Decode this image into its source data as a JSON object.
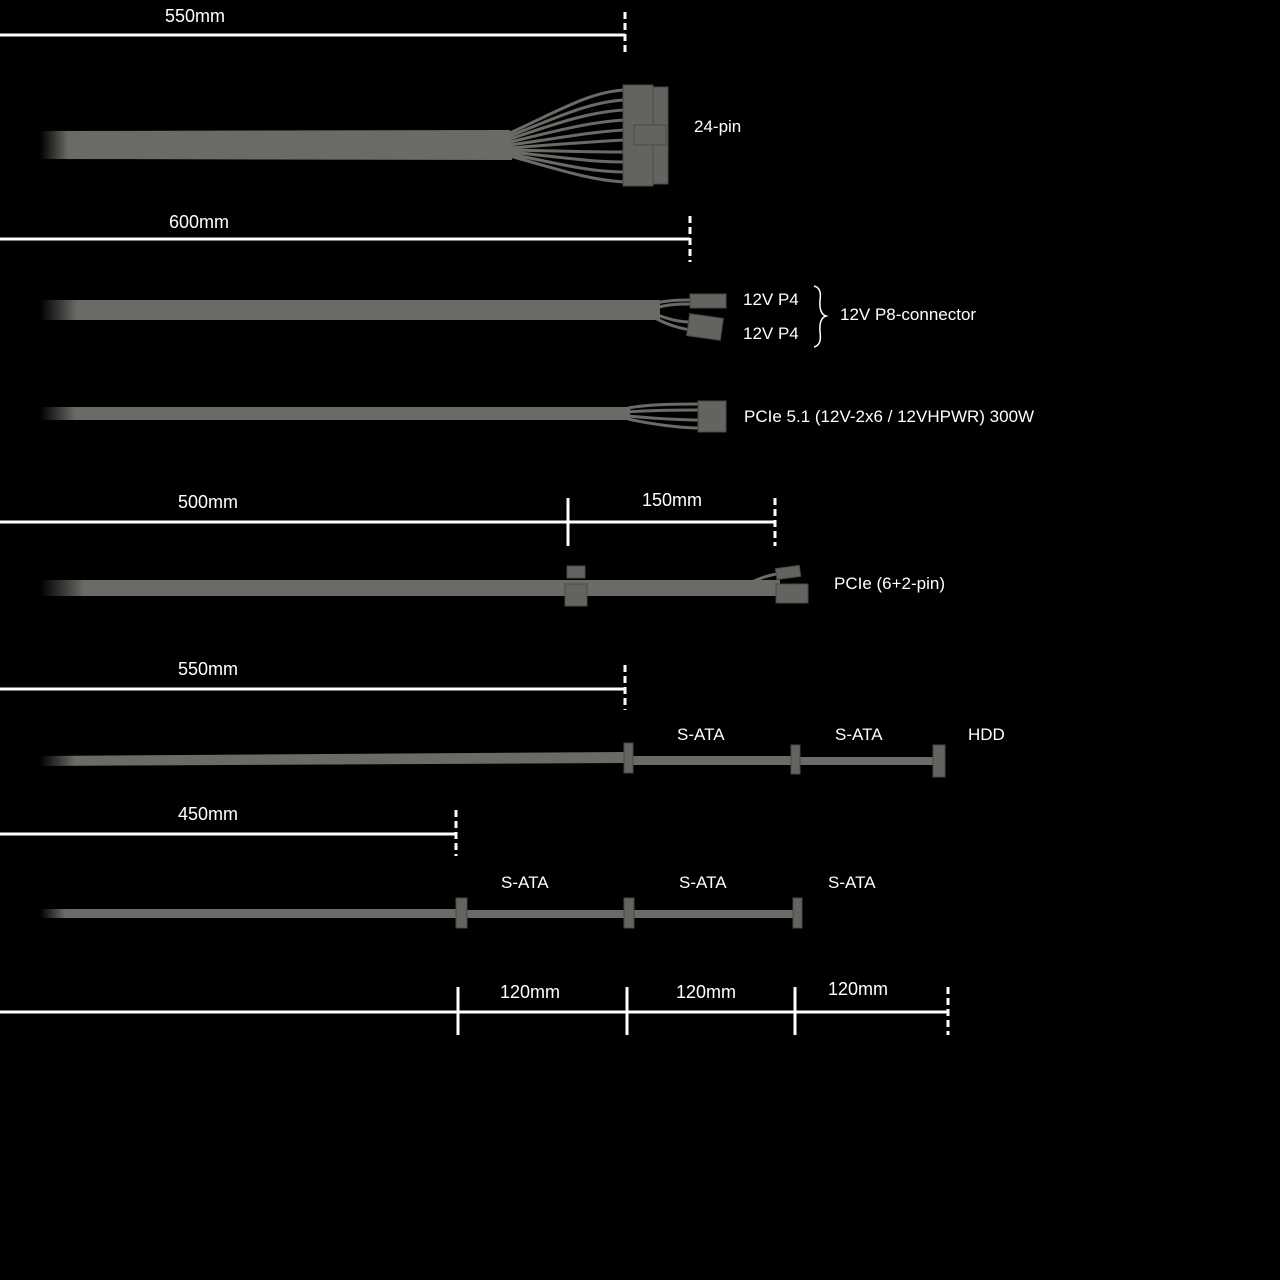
{
  "colors": {
    "background": "#000000",
    "cable": "#6b6a66",
    "text": "#ffffff"
  },
  "cables": [
    {
      "name": "24-pin",
      "length": "550mm",
      "label": "24-pin"
    },
    {
      "name": "cpu",
      "length": "600mm",
      "labels": [
        "12V P4",
        "12V P4"
      ],
      "group_label": "12V P8-connector"
    },
    {
      "name": "pcie5",
      "label": "PCIe 5.1 (12V-2x6 / 12VHPWR) 300W"
    },
    {
      "name": "pcie",
      "lengths": [
        "500mm",
        "150mm"
      ],
      "label": "PCIe (6+2-pin)"
    },
    {
      "name": "sata-hdd",
      "length": "550mm",
      "labels": [
        "S-ATA",
        "S-ATA",
        "HDD"
      ]
    },
    {
      "name": "sata",
      "length": "450mm",
      "labels": [
        "S-ATA",
        "S-ATA",
        "S-ATA"
      ],
      "segment_lengths": [
        "120mm",
        "120mm",
        "120mm"
      ]
    }
  ]
}
